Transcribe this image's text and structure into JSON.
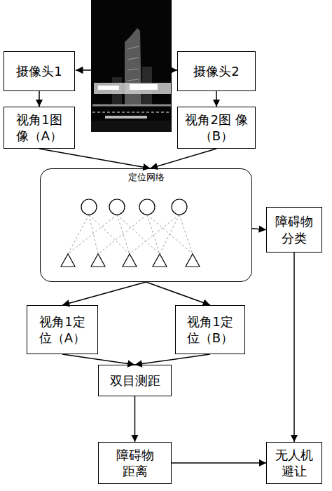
{
  "diagram": {
    "nodes": [
      {
        "text": [
          "摄像头1"
        ]
      },
      {
        "text": [
          "摄像头2"
        ]
      },
      {
        "text": [
          "视角1图 像（A）"
        ]
      },
      {
        "text": [
          "视角2图 像（B）"
        ]
      },
      {
        "text": [
          "定位网络"
        ]
      },
      {
        "text": [
          "障碍物 分类"
        ]
      },
      {
        "text": [
          "视角1定 位（A）"
        ]
      },
      {
        "text": [
          "视角1定 位（B）"
        ]
      },
      {
        "text": [
          "双目测距"
        ]
      },
      {
        "text": [
          "障碍物 距离"
        ]
      },
      {
        "text": [
          "无人机 避让"
        ]
      }
    ],
    "edges": [
      {
        "from": 0,
        "to": 2,
        "arrow": "to"
      },
      {
        "from": 1,
        "to": 3,
        "arrow": "to"
      },
      {
        "from": 2,
        "to": 4,
        "arrow": "to"
      },
      {
        "from": 3,
        "to": 4,
        "arrow": "to"
      },
      {
        "from": 4,
        "to": 5,
        "arrow": "to"
      },
      {
        "from": 4,
        "to": 6,
        "arrow": "to"
      },
      {
        "from": 4,
        "to": 7,
        "arrow": "to"
      },
      {
        "from": 6,
        "to": 8,
        "arrow": "to"
      },
      {
        "from": 7,
        "to": 8,
        "arrow": "to"
      },
      {
        "from": 8,
        "to": 9,
        "arrow": "to"
      },
      {
        "from": 5,
        "to": 10,
        "arrow": "to"
      },
      {
        "from": 9,
        "to": 10,
        "arrow": "to"
      }
    ]
  }
}
